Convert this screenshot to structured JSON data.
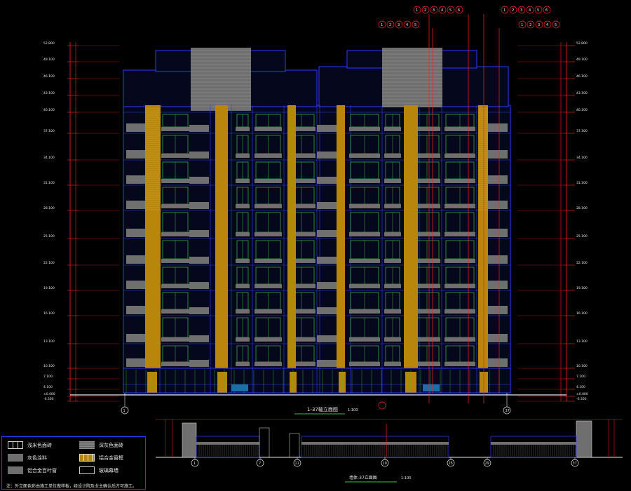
{
  "drawing": {
    "main_title": "1-37轴立面图",
    "main_scale": "1:100",
    "section_title": "墙体-37立面图",
    "section_scale": "1:100"
  },
  "elevations_left": [
    "52.800",
    "49.100",
    "46.100",
    "43.100",
    "40.100",
    "37.100",
    "34.100",
    "31.100",
    "28.100",
    "25.100",
    "22.100",
    "19.100",
    "16.100",
    "13.100",
    "10.100",
    "7.100",
    "4.100",
    "±0.000",
    "-0.300"
  ],
  "elevations_right": [
    "52.800",
    "49.100",
    "46.100",
    "43.100",
    "40.100",
    "37.100",
    "34.100",
    "31.100",
    "28.100",
    "25.100",
    "22.100",
    "19.100",
    "16.100",
    "13.100",
    "10.100",
    "7.100",
    "4.100",
    "±0.000",
    "-0.300"
  ],
  "axis_markers_main": [
    "1",
    "37"
  ],
  "axis_markers_section": [
    "1",
    "7",
    "11",
    "19",
    "25",
    "29",
    "37"
  ],
  "top_callouts": [
    "1",
    "2",
    "3",
    "4",
    "5",
    "6"
  ],
  "legend": {
    "items": [
      {
        "label": "浅米色面砖"
      },
      {
        "label": "深灰色面砖"
      },
      {
        "label": "灰色涂料"
      },
      {
        "label": "铝合金窗框"
      },
      {
        "label": "铝合金百叶窗"
      },
      {
        "label": "玻璃幕墙"
      }
    ],
    "note": "注：外立面色彩由施工单位做样板，经设计院及业主确认后方可施工。"
  },
  "colors": {
    "background": "#000000",
    "outline_blue": "#2a3cff",
    "facade_gray": "#6f6f6f",
    "accent_gold": "#b8860b",
    "window_green": "#3fbf3f",
    "dim_red": "#ff2020",
    "dim_white": "#e8e8e8"
  }
}
